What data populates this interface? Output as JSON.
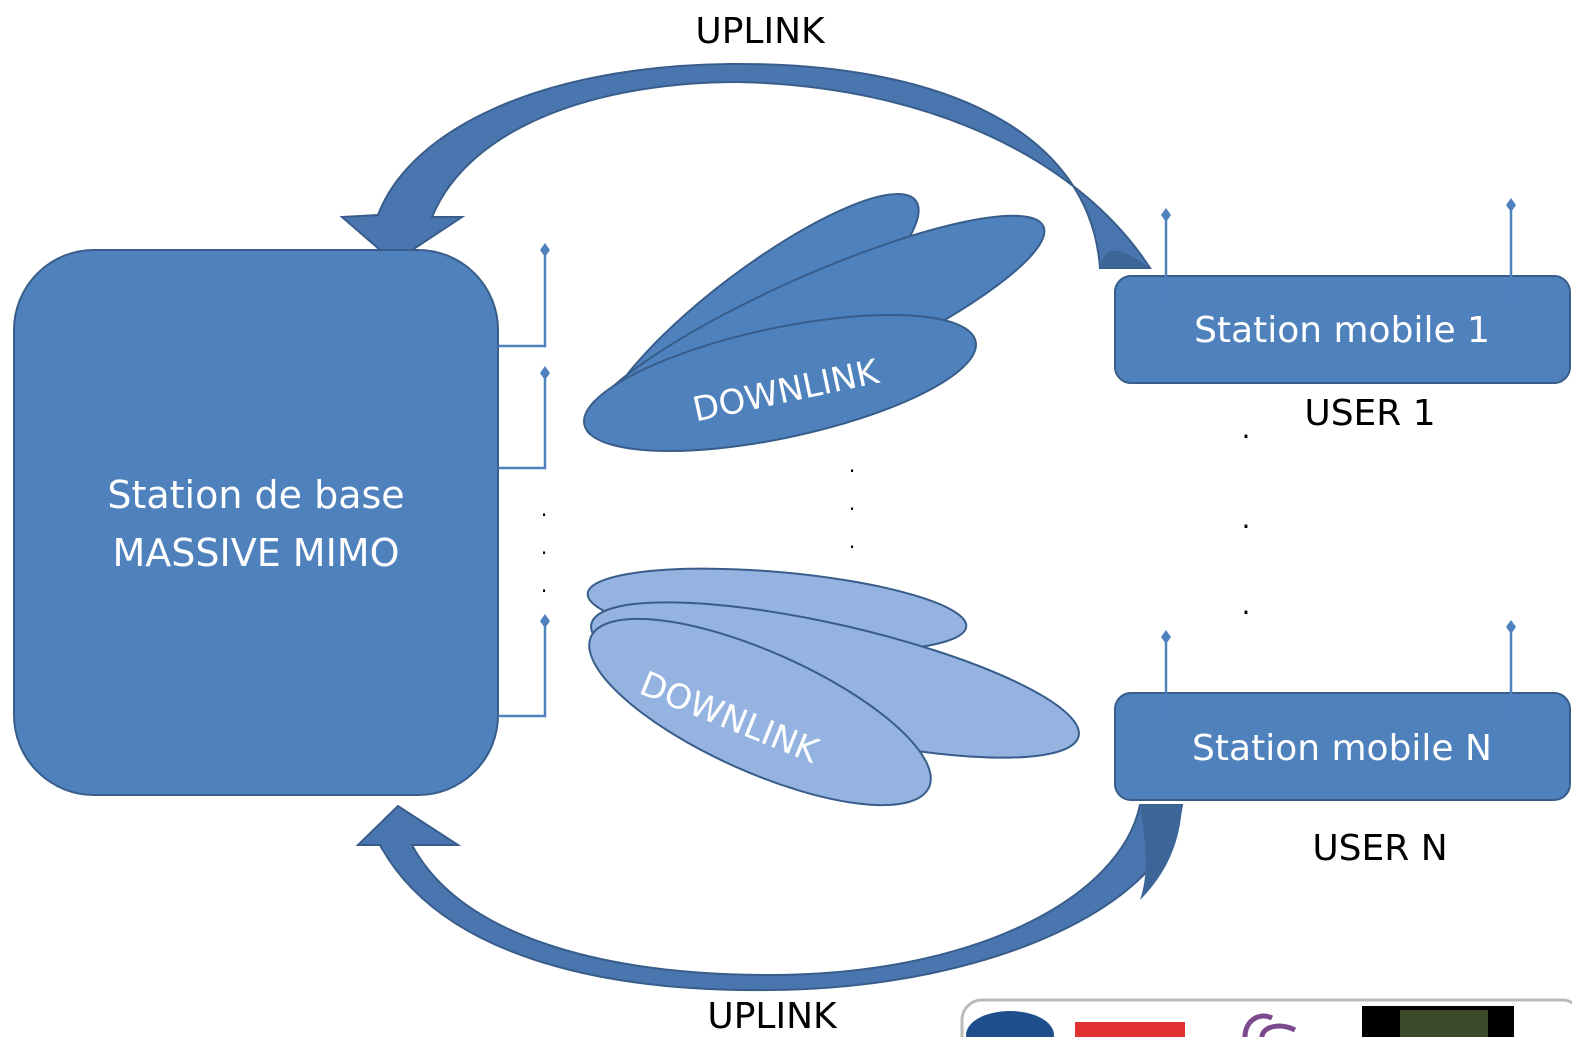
{
  "diagram": {
    "uplink_top": "UPLINK",
    "uplink_bottom": "UPLINK",
    "base_station": {
      "line1": "Station de base",
      "line2": "MASSIVE MIMO"
    },
    "downlink_top": "DOWNLINK",
    "downlink_bottom": "DOWNLINK",
    "mobile_1": "Station mobile 1",
    "mobile_n": "Station mobile N",
    "user_1": "USER 1",
    "user_n": "USER N",
    "dots": "."
  },
  "colors": {
    "primary_blue": "#4f81bd",
    "border_blue": "#385d8a",
    "arrow_top": "#4a76b0",
    "arrow_dark": "#3d6598",
    "light_blue": "#95b3e0",
    "text_dark": "#000000",
    "text_light": "#ffffff"
  }
}
